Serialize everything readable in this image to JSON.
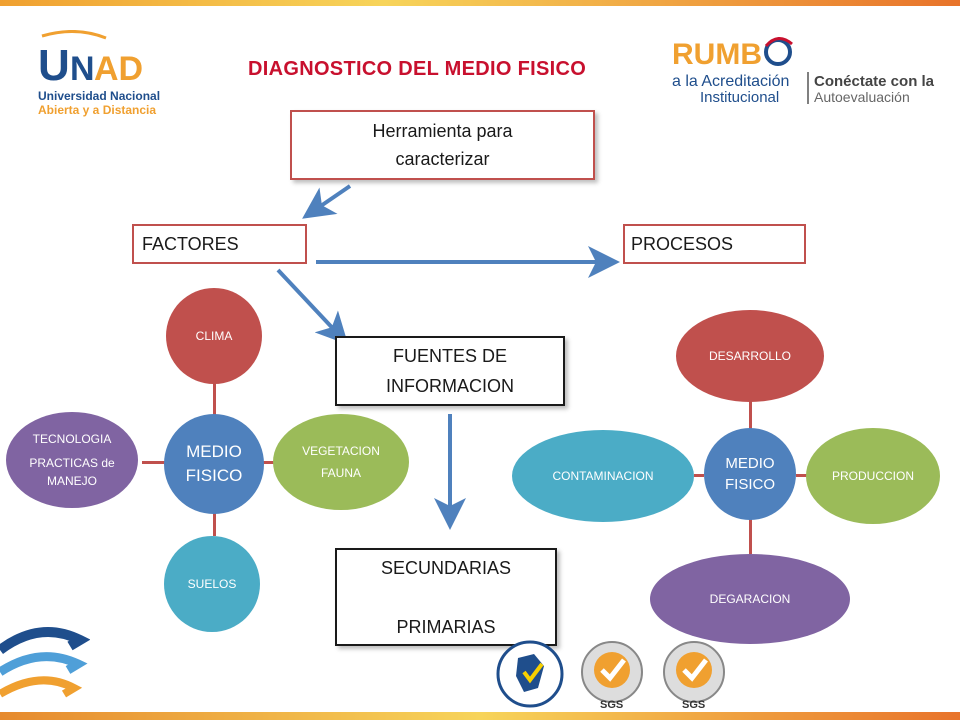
{
  "title": "DIAGNOSTICO DEL MEDIO FISICO",
  "logos": {
    "unad": {
      "mark": "UNAD",
      "line1": "Universidad Nacional",
      "line2": "Abierta y a Distancia"
    },
    "rumbo": {
      "mark": "RUMBO",
      "line1": "a la Acreditación",
      "line2": "Institucional",
      "line3": "Conéctate con la",
      "line4": "Autoevaluación"
    },
    "seals": [
      "SGS",
      "SGS"
    ]
  },
  "boxes": {
    "herramienta": [
      "Herramienta para",
      "caracterizar"
    ],
    "factores": "FACTORES",
    "procesos": "PROCESOS",
    "fuentes": [
      "FUENTES DE",
      "INFORMACION"
    ],
    "secundarias": "SECUNDARIAS",
    "primarias": "PRIMARIAS"
  },
  "factores_cluster": {
    "center": [
      "MEDIO",
      "FISICO"
    ],
    "top": "CLIMA",
    "right": [
      "VEGETACION",
      "FAUNA"
    ],
    "bottom": "SUELOS",
    "left": [
      "TECNOLOGIA",
      "PRACTICAS de",
      "MANEJO"
    ]
  },
  "procesos_cluster": {
    "center": [
      "MEDIO",
      "FISICO"
    ],
    "top": "DESARROLLO",
    "right": "PRODUCCION",
    "bottom": "DEGARACION",
    "left": "CONTAMINACION"
  },
  "colors": {
    "title": "#c8102e",
    "box_border": "#c0504d",
    "arrow": "#4f81bd",
    "green_arrow": "#9bbb59",
    "red_node": "#c0504d",
    "blue_node": "#4f81bd",
    "green_node": "#9bbb59",
    "purple_node": "#8064a2",
    "teal_node": "#4bacc6"
  }
}
